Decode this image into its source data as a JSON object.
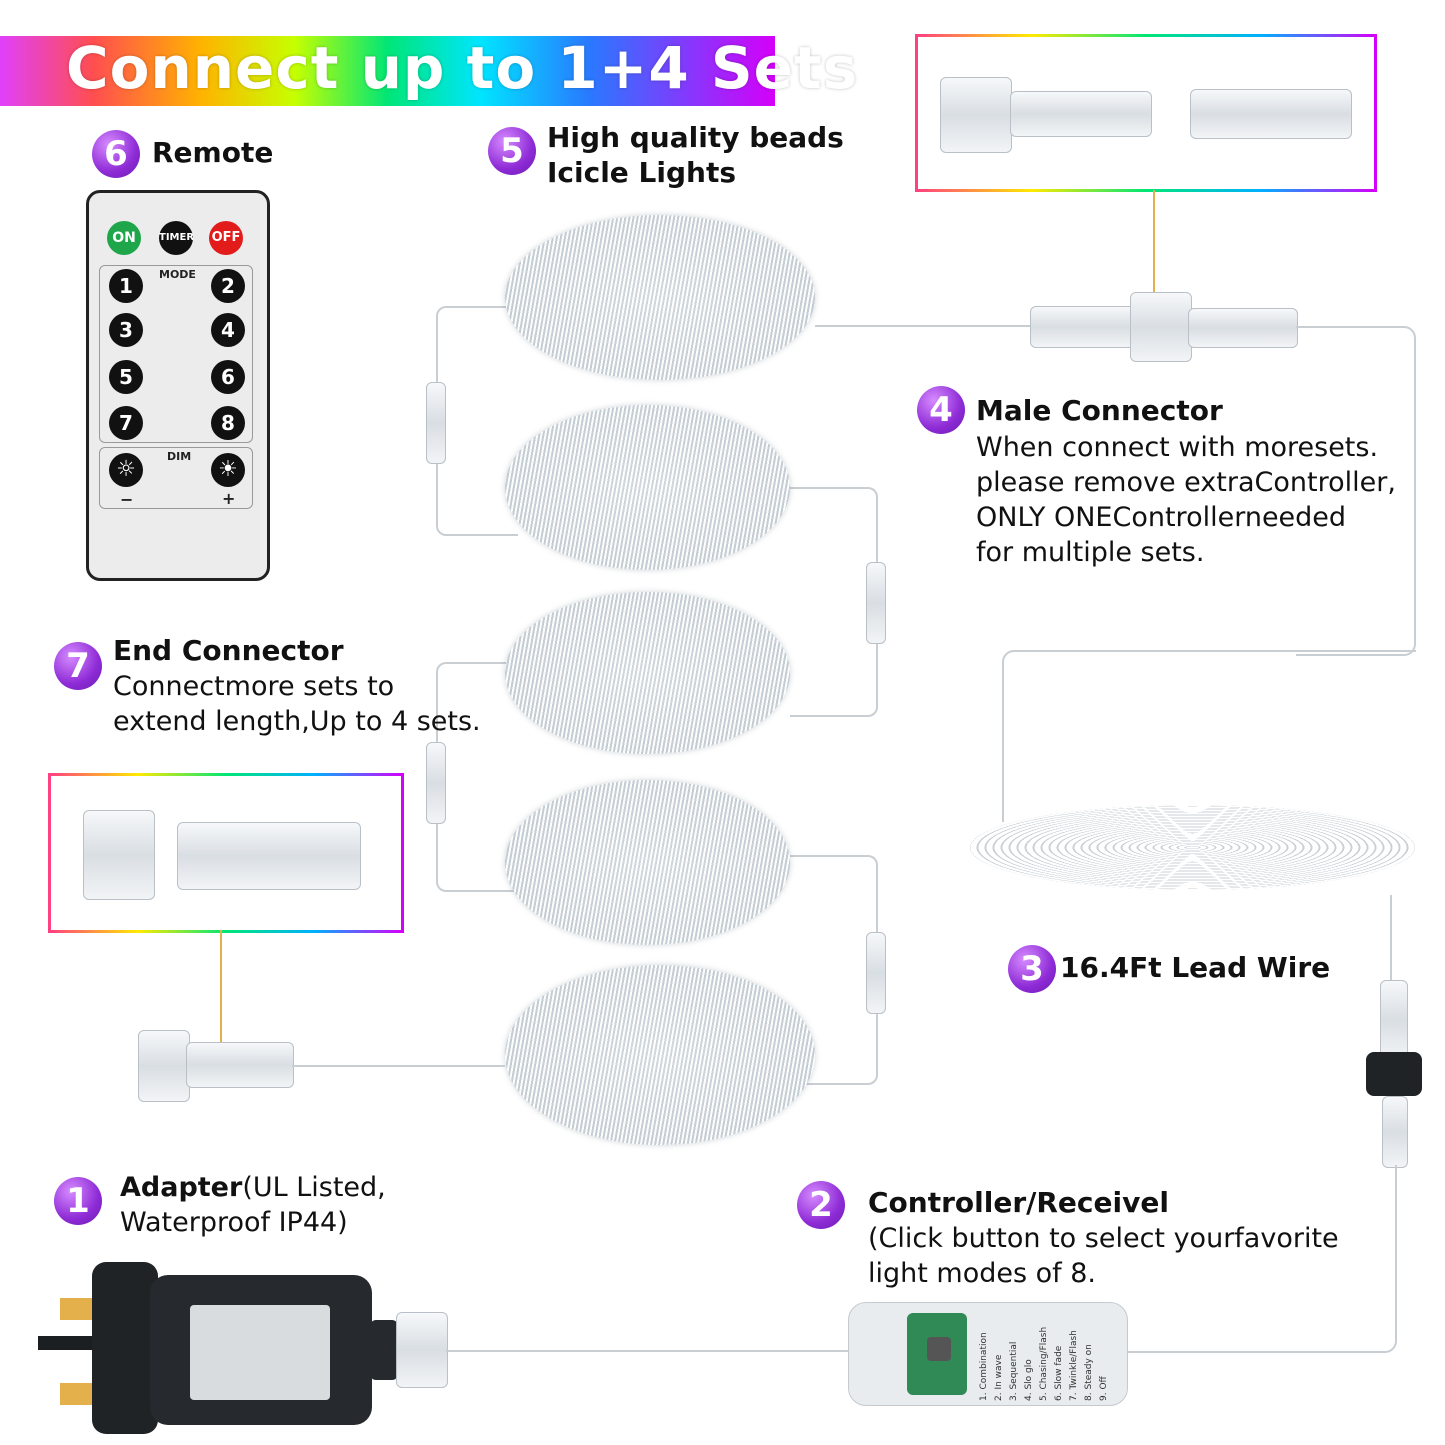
{
  "banner": {
    "title": "Connect up to 1+4 Sets"
  },
  "remote": {
    "badge": "6",
    "title": "Remote",
    "buttons": {
      "on": "ON",
      "timer": "TIMER",
      "off": "OFF"
    },
    "mode_label": "MODE",
    "modes": [
      "1",
      "2",
      "3",
      "4",
      "5",
      "6",
      "7",
      "8"
    ],
    "dim_label": "DIM",
    "minus": "−",
    "plus": "+"
  },
  "beads": {
    "badge": "5",
    "line1": "High quality beads",
    "line2": "Icicle Lights"
  },
  "male_connector": {
    "badge": "4",
    "title": "Male Connector",
    "lines": [
      "When connect with moresets.",
      "please remove extraController,",
      "ONLY ONEControllerneeded",
      "for multiple sets."
    ]
  },
  "end_connector": {
    "badge": "7",
    "title": "End Connector",
    "lines": [
      "Connectmore sets to",
      "extend length,Up to 4 sets."
    ]
  },
  "lead_wire": {
    "badge": "3",
    "title": "16.4Ft Lead Wire"
  },
  "adapter": {
    "badge": "1",
    "title": "Adapter",
    "title_suffix": "(UL Listed,",
    "line2": "Waterproof IP44)"
  },
  "controller": {
    "badge": "2",
    "title": "Controller/Receivel",
    "lines": [
      "(Click button to select yourfavorite",
      "light modes of 8."
    ],
    "modes_list": [
      "1. Combination",
      "2. In wave",
      "3. Sequential",
      "4. Slo glo",
      "5. Chasing/Flash",
      "6. Slow fade",
      "7. Twinkle/Flash",
      "8. Steady on",
      "9. Off"
    ]
  }
}
